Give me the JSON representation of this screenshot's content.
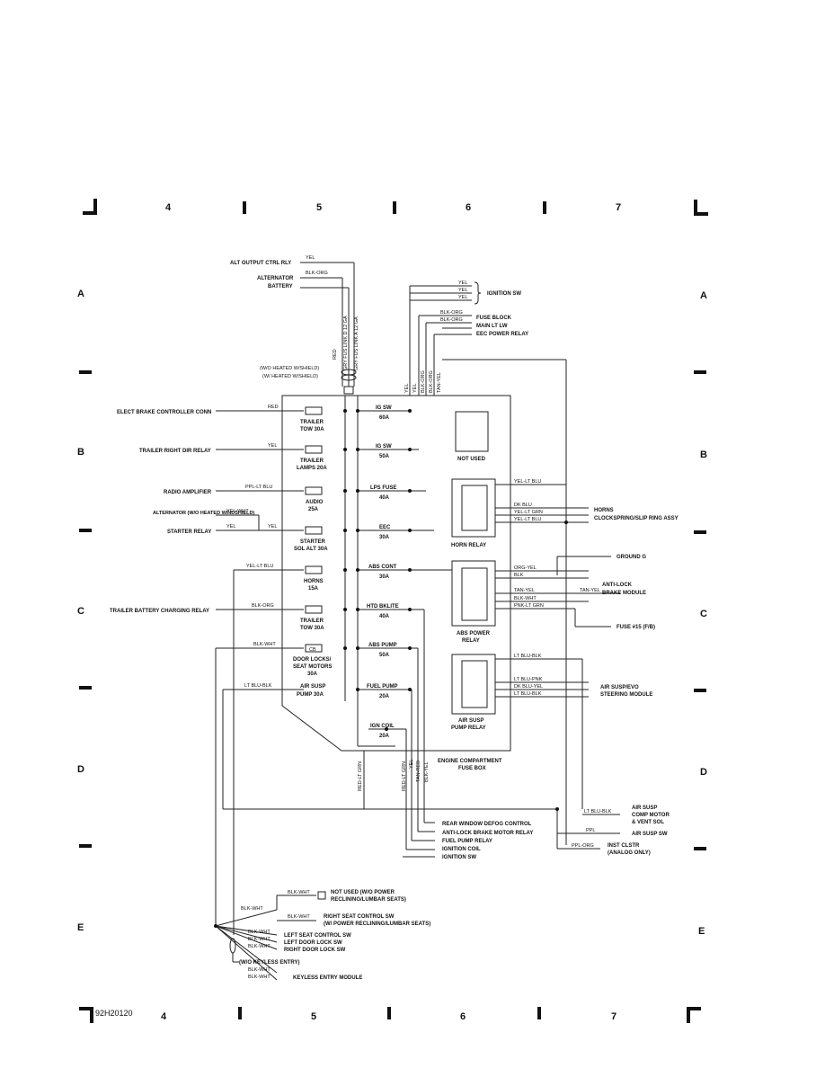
{
  "grid": {
    "columns": [
      "4",
      "5",
      "6",
      "7"
    ],
    "rows": [
      "A",
      "B",
      "C",
      "D",
      "E"
    ],
    "figure_id": "92H20120"
  },
  "top_inputs": {
    "alt_output": "ALT OUTPUT CTRL RLY",
    "alternator": "ALTERNATOR",
    "battery": "BATTERY",
    "yel": "YEL",
    "blk_org": "BLK-ORG",
    "fuse_link_1": "GRY FUS LINK D 12 GA",
    "fuse_link_2": "GRY FUS LINK A 12 GA",
    "red": "RED",
    "wo_heated": "(W/O HEATED W/SHIELD)",
    "w_heated": "(W/ HEATED W/SHIELD)"
  },
  "top_right": {
    "wires": [
      "YEL",
      "YEL",
      "YEL"
    ],
    "ignition_sw": "IGNITION SW",
    "wires2": [
      "BLK-ORG",
      "BLK-ORG"
    ],
    "fuse_block": "FUSE BLOCK",
    "main_lt_lw": "MAIN LT LW",
    "eec_power_relay": "EEC POWER RELAY",
    "vertical_wires": [
      "YEL",
      "YEL",
      "BLK-ORG",
      "BLK-ORG",
      "TAN-YEL"
    ]
  },
  "left_connections": [
    {
      "label": "ELECT BRAKE CONTROLLER CONN",
      "wire": "RED"
    },
    {
      "label": "TRAILER RIGHT DIR RELAY",
      "wire": "YEL"
    },
    {
      "label": "RADIO AMPLIFIER",
      "wire": "PPL-LT BLU"
    },
    {
      "label": "ALTERNATOR (W/O HEATED WINDSHIELD)",
      "wire": "YEL-WHT"
    },
    {
      "label": "STARTER RELAY",
      "wire": "YEL"
    },
    {
      "label": "",
      "wire": "YEL"
    },
    {
      "label": "",
      "wire": "YEL-LT BLU"
    },
    {
      "label": "TRAILER BATTERY CHARGING RELAY",
      "wire": "BLK-ORG"
    },
    {
      "label": "",
      "wire": "BLK-WHT"
    },
    {
      "label": "",
      "wire": "LT BLU-BLK"
    }
  ],
  "fuses_left": [
    {
      "name": "TRAILER",
      "rating": "TOW 30A"
    },
    {
      "name": "TRAILER",
      "rating": "LAMPS 20A"
    },
    {
      "name": "AUDIO",
      "rating": "25A"
    },
    {
      "name": "STARTER",
      "rating": "SOL ALT 30A"
    },
    {
      "name": "HORNS",
      "rating": "15A"
    },
    {
      "name": "TRAILER",
      "rating": "TOW 30A"
    },
    {
      "name": "DOOR LOCKS/",
      "rating": "SEAT MOTORS",
      "extra": "30A",
      "cb": "CB"
    },
    {
      "name": "AIR SUSP",
      "rating": "PUMP 30A"
    }
  ],
  "fuses_right": [
    {
      "name": "IG SW",
      "rating": "60A"
    },
    {
      "name": "IG SW",
      "rating": "50A"
    },
    {
      "name": "LPS FUSE",
      "rating": "40A"
    },
    {
      "name": "EEC",
      "rating": "30A"
    },
    {
      "name": "ABS CONT",
      "rating": "30A"
    },
    {
      "name": "HTD BKLITE",
      "rating": "40A"
    },
    {
      "name": "ABS PUMP",
      "rating": "50A"
    },
    {
      "name": "FUEL PUMP",
      "rating": "20A"
    },
    {
      "name": "IGN COIL",
      "rating": "20A"
    }
  ],
  "relays": {
    "not_used": "NOT USED",
    "horn_relay": "HORN RELAY",
    "abs_power_relay_1": "ABS POWER",
    "abs_power_relay_2": "RELAY",
    "air_susp_relay_1": "AIR SUSP",
    "air_susp_relay_2": "PUMP RELAY"
  },
  "fuse_box": {
    "line1": "ENGINE COMPARTMENT",
    "line2": "FUSE BOX"
  },
  "right_outputs": {
    "horn_wires": [
      "YEL-LT BLU",
      "DK BLU",
      "YEL-LT GRN",
      "YEL-LT BLU"
    ],
    "horns": "HORNS",
    "clockspring": "CLOCKSPRING/SLIP RING ASSY",
    "ground_g": "GROUND G",
    "abs_wires": [
      "ORG-YEL",
      "BLK",
      "TAN-YEL",
      "BLK-WHT",
      "PNK-LT GRN"
    ],
    "tan_yel": "TAN-YEL",
    "abs_module_1": "ANTI-LOCK",
    "abs_module_2": "BRAKE MODULE",
    "fuse_15": "FUSE #15 (F/B)",
    "air_wires": [
      "LT BLU-BLK",
      "LT BLU-PNK",
      "DK BLU-YEL",
      "LT BLU-BLK"
    ],
    "air_susp_evo_1": "AIR SUSP/EVO",
    "air_susp_evo_2": "STEERING MODULE",
    "lt_blu_blk": "LT BLU-BLK",
    "comp_motor_1": "AIR SUSP",
    "comp_motor_2": "COMP MOTOR",
    "comp_motor_3": "& VENT SOL",
    "ppl": "PPL",
    "air_susp_sw": "AIR SUSP SW",
    "ppl_org": "PPL-ORG",
    "inst_clstr_1": "INST CLSTR",
    "inst_clstr_2": "(ANALOG ONLY)"
  },
  "bottom_outputs": {
    "vertical_wires": [
      "RED-LT GRN",
      "RED-LT GRN",
      "YEL",
      "TAN-RED",
      "BLK-YEL"
    ],
    "items": [
      "REAR WINDOW DEFOG CONTROL",
      "ANTI-LOCK BRAKE MOTOR RELAY",
      "FUEL PUMP RELAY",
      "IGNITION COIL",
      "IGNITION SW"
    ]
  },
  "bottom_left": {
    "blk_wht": "BLK-WHT",
    "not_used_1": "NOT USED (W/O POWER",
    "not_used_2": "RECLINING/LUMBAR SEATS)",
    "right_seat_1": "RIGHT SEAT CONTROL SW",
    "right_seat_2": "(W/ POWER RECLINING/LUMBAR SEATS)",
    "left_seat": "LEFT SEAT CONTROL SW",
    "left_door": "LEFT DOOR LOCK SW",
    "right_door": "RIGHT DOOR LOCK SW",
    "wo_keyless": "(W/O KEYLESS ENTRY)",
    "keyless": "KEYLESS ENTRY MODULE"
  }
}
